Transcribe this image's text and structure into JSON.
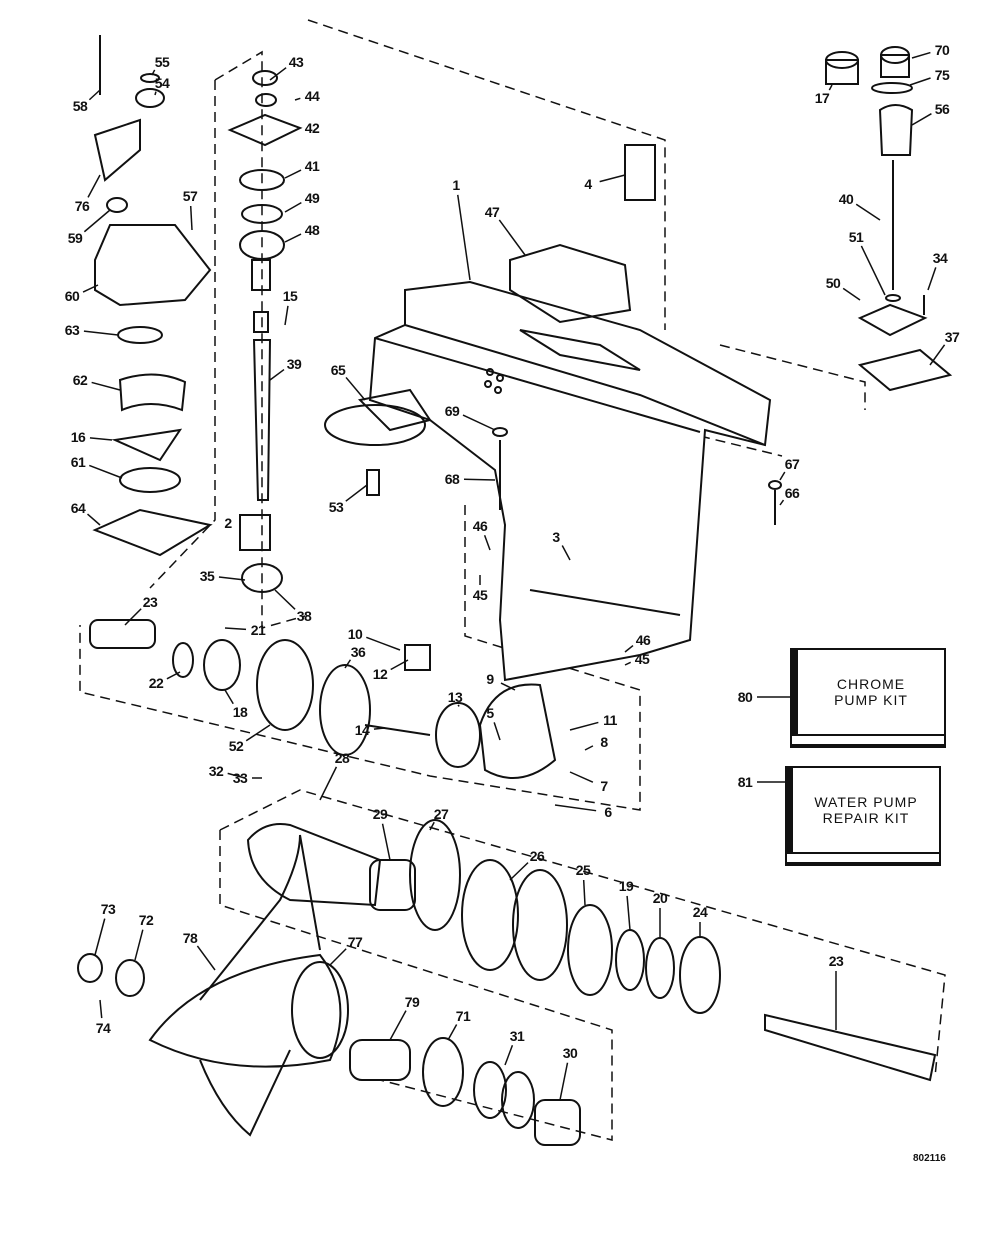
{
  "callouts": [
    "58",
    "55",
    "54",
    "43",
    "44",
    "42",
    "41",
    "49",
    "48",
    "15",
    "39",
    "76",
    "59",
    "57",
    "60",
    "63",
    "62",
    "16",
    "61",
    "64",
    "2",
    "35",
    "38",
    "21",
    "23",
    "22",
    "18",
    "52",
    "36",
    "10",
    "12",
    "13",
    "14",
    "9",
    "5",
    "11",
    "8",
    "7",
    "6",
    "32",
    "33",
    "28",
    "29",
    "27",
    "26",
    "25",
    "19",
    "20",
    "24",
    "23",
    "73",
    "72",
    "78",
    "77",
    "79",
    "71",
    "31",
    "30",
    "74",
    "1",
    "47",
    "4",
    "65",
    "69",
    "68",
    "53",
    "46",
    "3",
    "45",
    "46",
    "45",
    "67",
    "66",
    "70",
    "75",
    "17",
    "56",
    "40",
    "51",
    "34",
    "50",
    "37",
    "80",
    "81"
  ],
  "kits": [
    {
      "number": "80",
      "line1": "CHROME",
      "line2": "PUMP KIT"
    },
    {
      "number": "81",
      "line1": "WATER PUMP",
      "line2": "REPAIR KIT"
    }
  ],
  "drawing_code": "802116"
}
